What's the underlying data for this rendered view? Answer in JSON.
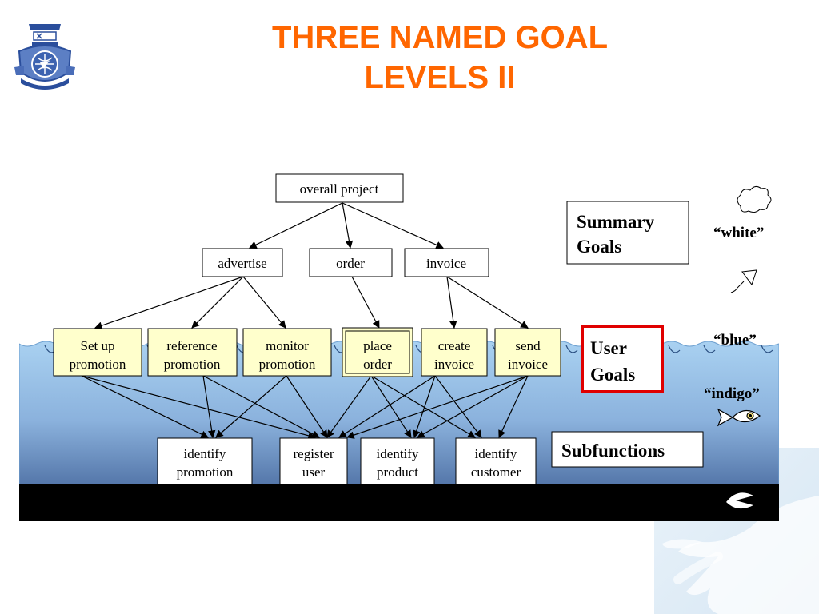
{
  "slide": {
    "title_line1": "THREE NAMED GOAL",
    "title_line2": "LEVELS II"
  },
  "colors": {
    "title": "#ff6600",
    "box_fill": "#ffffcc",
    "highlight": "#e00000",
    "water_top": "#a9d1f1",
    "water_deep": "#5577aa",
    "seabed": "#000000"
  },
  "diagram": {
    "nodes": {
      "overall_project": "overall project",
      "advertise": "advertise",
      "order": "order",
      "invoice": "invoice",
      "setup_promotion_1": "Set up",
      "setup_promotion_2": "promotion",
      "reference_promotion_1": "reference",
      "reference_promotion_2": "promotion",
      "monitor_promotion_1": "monitor",
      "monitor_promotion_2": "promotion",
      "place_order_1": "place",
      "place_order_2": "order",
      "create_invoice_1": "create",
      "create_invoice_2": "invoice",
      "send_invoice_1": "send",
      "send_invoice_2": "invoice",
      "identify_promotion_1": "identify",
      "identify_promotion_2": "promotion",
      "register_user_1": "register",
      "register_user_2": "user",
      "identify_product_1": "identify",
      "identify_product_2": "product",
      "identify_customer_1": "identify",
      "identify_customer_2": "customer"
    },
    "levels": {
      "summary_1": "Summary",
      "summary_2": "Goals",
      "user_1": "User",
      "user_2": "Goals",
      "subfunctions": "Subfunctions"
    },
    "altitudes": {
      "white": "“white”",
      "blue": "“blue”",
      "indigo": "“indigo”"
    },
    "icons": [
      "cloud-icon",
      "kite-icon",
      "fish-icon",
      "clam-icon"
    ]
  }
}
